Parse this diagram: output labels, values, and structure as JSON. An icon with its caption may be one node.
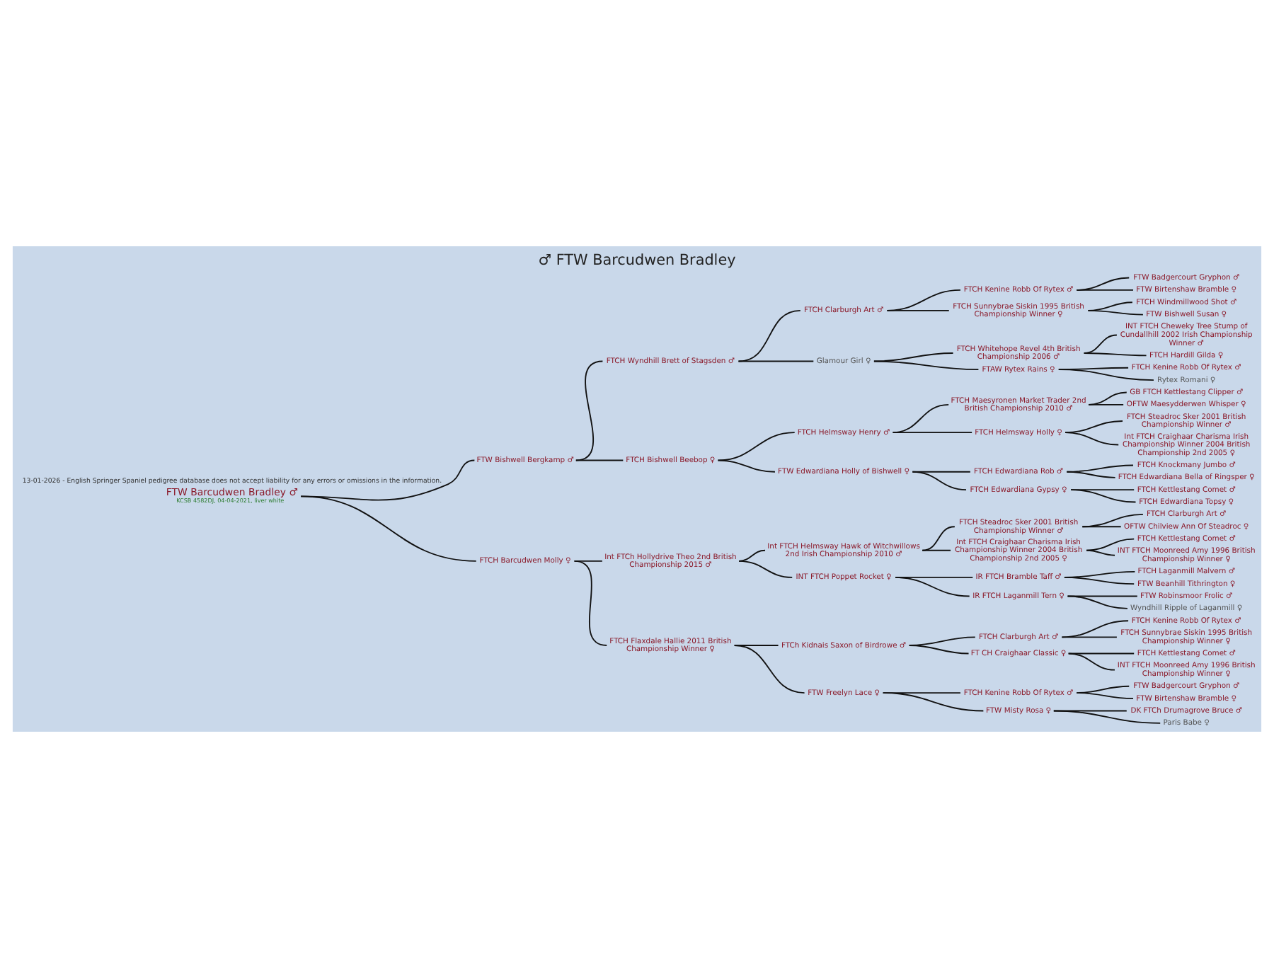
{
  "diagram": {
    "title": "♂ FTW Barcudwen Bradley",
    "caption": "13-01-2026 - English Springer Spaniel pedigree database does not accept liability for any errors or omissions in the information.",
    "nodes": [
      {
        "text": [
          "FTW Barcudwen Bradley ♂",
          "KCSB 4582DJ, 04-04-2021, liver white"
        ]
      },
      {
        "text": [
          "FTW Bishwell Bergkamp ♂"
        ]
      },
      {
        "text": [
          "FTCH Barcudwen Molly ♀"
        ]
      },
      {
        "text": [
          "FTCH Wyndhill Brett of Stagsden ♂"
        ]
      },
      {
        "text": [
          "FTCH Bishwell Beebop ♀"
        ]
      },
      {
        "text": [
          "Int FTCh Hollydrive Theo 2nd British Championship 2015 ♂"
        ]
      },
      {
        "text": [
          "FTCH Flaxdale Hallie 2011 British Championship Winner ♀"
        ]
      },
      {
        "text": [
          "FTCH Clarburgh Art ♂"
        ]
      },
      {
        "text": [
          "Glamour Girl ♀"
        ]
      },
      {
        "text": [
          "FTCH Helmsway Henry ♂"
        ]
      },
      {
        "text": [
          "FTW Edwardiana Holly of Bishwell ♀"
        ]
      },
      {
        "text": [
          "Int FTCH Helmsway Hawk of Witchwillows 2nd Irish Championship 2010 ♂"
        ]
      },
      {
        "text": [
          "INT FTCH Poppet Rocket ♀"
        ]
      },
      {
        "text": [
          "FTCh Kidnais Saxon of Birdrowe ♂"
        ]
      },
      {
        "text": [
          "FTW Freelyn Lace ♀"
        ]
      },
      {
        "text": [
          "FTCH Kenine Robb Of Rytex ♂"
        ]
      },
      {
        "text": [
          "FTCH Sunnybrae Siskin 1995 British Championship Winner ♀"
        ]
      },
      {
        "text": [
          "FTCH Whitehope Revel 4th British Championship 2006 ♂"
        ]
      },
      {
        "text": [
          "FTAW Rytex Rains ♀"
        ]
      },
      {
        "text": [
          "FTCH Maesyronen Market Trader 2nd British Championship 2010 ♂"
        ]
      },
      {
        "text": [
          "FTCH Helmsway Holly ♀"
        ]
      },
      {
        "text": [
          "FTCH Edwardiana Rob ♂"
        ]
      },
      {
        "text": [
          "FTCH Edwardiana Gypsy ♀"
        ]
      },
      {
        "text": [
          "FTCH Steadroc Sker 2001 British Championship Winner ♂"
        ]
      },
      {
        "text": [
          "Int FTCH Craighaar Charisma Irish Championship Winner 2004 British Championship 2nd 2005 ♀"
        ]
      },
      {
        "text": [
          "IR FTCH Bramble Taff ♂"
        ]
      },
      {
        "text": [
          "IR FTCH Laganmill Tern ♀"
        ]
      },
      {
        "text": [
          "FTCH Clarburgh Art ♂"
        ]
      },
      {
        "text": [
          "FT CH Craighaar Classic ♀"
        ]
      },
      {
        "text": [
          "FTCH Kenine Robb Of Rytex ♂"
        ]
      },
      {
        "text": [
          "FTW Misty Rosa ♀"
        ]
      },
      {
        "text": [
          "FTW Badgercourt Gryphon ♂"
        ]
      },
      {
        "text": [
          "FTW Birtenshaw Bramble ♀"
        ]
      },
      {
        "text": [
          "FTCH Windmillwood Shot ♂"
        ]
      },
      {
        "text": [
          "FTW Bishwell Susan ♀"
        ]
      },
      {
        "text": [
          "INT FTCH Cheweky Tree Stump of Cundallhill 2002 Irish Championship Winner ♂"
        ]
      },
      {
        "text": [
          "FTCH Hardill Gilda ♀"
        ]
      },
      {
        "text": [
          "FTCH Kenine Robb Of Rytex ♂"
        ]
      },
      {
        "text": [
          "Rytex Romani ♀"
        ]
      },
      {
        "text": [
          "GB FTCH Kettlestang Clipper ♂"
        ]
      },
      {
        "text": [
          "OFTW Maesydderwen Whisper ♀"
        ]
      },
      {
        "text": [
          "FTCH Steadroc Sker 2001 British Championship Winner ♂"
        ]
      },
      {
        "text": [
          "Int FTCH Craighaar Charisma Irish Championship Winner 2004 British Championship 2nd 2005 ♀"
        ]
      },
      {
        "text": [
          "FTCH Knockmany Jumbo ♂"
        ]
      },
      {
        "text": [
          "FTCH Edwardiana Bella of Ringsper ♀"
        ]
      },
      {
        "text": [
          "FTCH Kettlestang Comet ♂"
        ]
      },
      {
        "text": [
          "FTCH Edwardiana Topsy ♀"
        ]
      },
      {
        "text": [
          "FTCH Clarburgh Art ♂"
        ]
      },
      {
        "text": [
          "OFTW Chilview Ann Of Steadroc ♀"
        ]
      },
      {
        "text": [
          "FTCH Kettlestang Comet ♂"
        ]
      },
      {
        "text": [
          "INT FTCH Moonreed Amy 1996 British Championship Winner ♀"
        ]
      },
      {
        "text": [
          "FTCH Laganmill Malvern ♂"
        ]
      },
      {
        "text": [
          "FTW Beanhill Tithrington ♀"
        ]
      },
      {
        "text": [
          "FTW Robinsmoor Frolic ♂"
        ]
      },
      {
        "text": [
          "Wyndhill Ripple of Laganmill ♀"
        ]
      },
      {
        "text": [
          "FTCH Kenine Robb Of Rytex ♂"
        ]
      },
      {
        "text": [
          "FTCH Sunnybrae Siskin 1995 British Championship Winner ♀"
        ]
      },
      {
        "text": [
          "FTCH Kettlestang Comet ♂"
        ]
      },
      {
        "text": [
          "INT FTCH Moonreed Amy 1996 British Championship Winner ♀"
        ]
      },
      {
        "text": [
          "FTW Badgercourt Gryphon ♂"
        ]
      },
      {
        "text": [
          "FTW Birtenshaw Bramble ♀"
        ]
      },
      {
        "text": [
          "DK FTCh Drumagrove Bruce ♂"
        ]
      },
      {
        "text": [
          "Paris Babe ♀"
        ]
      }
    ],
    "edges": [
      {
        "from": 0,
        "to": 1,
        "arrow": "none"
      },
      {
        "from": 0,
        "to": 2,
        "arrow": "none"
      },
      {
        "from": 1,
        "to": 3,
        "arrow": "none"
      },
      {
        "from": 1,
        "to": 4,
        "arrow": "none"
      },
      {
        "from": 2,
        "to": 5,
        "arrow": "none"
      },
      {
        "from": 2,
        "to": 6,
        "arrow": "none"
      },
      {
        "from": 3,
        "to": 7,
        "arrow": "none"
      },
      {
        "from": 3,
        "to": 8,
        "arrow": "none"
      },
      {
        "from": 4,
        "to": 9,
        "arrow": "none"
      },
      {
        "from": 4,
        "to": 10,
        "arrow": "none"
      },
      {
        "from": 5,
        "to": 11,
        "arrow": "none"
      },
      {
        "from": 5,
        "to": 12,
        "arrow": "none"
      },
      {
        "from": 6,
        "to": 13,
        "arrow": "none"
      },
      {
        "from": 6,
        "to": 14,
        "arrow": "none"
      },
      {
        "from": 7,
        "to": 15,
        "arrow": "none"
      },
      {
        "from": 7,
        "to": 16,
        "arrow": "none"
      },
      {
        "from": 8,
        "to": 17,
        "arrow": "none"
      },
      {
        "from": 8,
        "to": 18,
        "arrow": "none"
      },
      {
        "from": 9,
        "to": 19,
        "arrow": "none"
      },
      {
        "from": 9,
        "to": 20,
        "arrow": "none"
      },
      {
        "from": 10,
        "to": 21,
        "arrow": "none"
      },
      {
        "from": 10,
        "to": 22,
        "arrow": "none"
      },
      {
        "from": 11,
        "to": 23,
        "arrow": "none"
      },
      {
        "from": 11,
        "to": 24,
        "arrow": "none"
      },
      {
        "from": 12,
        "to": 25,
        "arrow": "none"
      },
      {
        "from": 12,
        "to": 26,
        "arrow": "none"
      },
      {
        "from": 13,
        "to": 27,
        "arrow": "none"
      },
      {
        "from": 13,
        "to": 28,
        "arrow": "none"
      },
      {
        "from": 14,
        "to": 29,
        "arrow": "none"
      },
      {
        "from": 14,
        "to": 30,
        "arrow": "none"
      },
      {
        "from": 15,
        "to": 31,
        "arrow": "none"
      },
      {
        "from": 15,
        "to": 32,
        "arrow": "none"
      },
      {
        "from": 16,
        "to": 33,
        "arrow": "none"
      },
      {
        "from": 16,
        "to": 34,
        "arrow": "none"
      },
      {
        "from": 17,
        "to": 35,
        "arrow": "none"
      },
      {
        "from": 17,
        "to": 36,
        "arrow": "none"
      },
      {
        "from": 18,
        "to": 37,
        "arrow": "none"
      },
      {
        "from": 18,
        "to": 38,
        "arrow": "none"
      },
      {
        "from": 19,
        "to": 39,
        "arrow": "none"
      },
      {
        "from": 19,
        "to": 40,
        "arrow": "none"
      },
      {
        "from": 20,
        "to": 41,
        "arrow": "none"
      },
      {
        "from": 20,
        "to": 42,
        "arrow": "none"
      },
      {
        "from": 21,
        "to": 43,
        "arrow": "none"
      },
      {
        "from": 21,
        "to": 44,
        "arrow": "none"
      },
      {
        "from": 22,
        "to": 45,
        "arrow": "none"
      },
      {
        "from": 22,
        "to": 46,
        "arrow": "none"
      },
      {
        "from": 23,
        "to": 47,
        "arrow": "none"
      },
      {
        "from": 23,
        "to": 48,
        "arrow": "none"
      },
      {
        "from": 24,
        "to": 49,
        "arrow": "none"
      },
      {
        "from": 24,
        "to": 50,
        "arrow": "none"
      },
      {
        "from": 25,
        "to": 51,
        "arrow": "none"
      },
      {
        "from": 25,
        "to": 52,
        "arrow": "none"
      },
      {
        "from": 26,
        "to": 53,
        "arrow": "none"
      },
      {
        "from": 26,
        "to": 54,
        "arrow": "none"
      },
      {
        "from": 27,
        "to": 55,
        "arrow": "none"
      },
      {
        "from": 27,
        "to": 56,
        "arrow": "none"
      },
      {
        "from": 28,
        "to": 57,
        "arrow": "none"
      },
      {
        "from": 28,
        "to": 58,
        "arrow": "none"
      },
      {
        "from": 29,
        "to": 59,
        "arrow": "none"
      },
      {
        "from": 29,
        "to": 60,
        "arrow": "none"
      },
      {
        "from": 30,
        "to": 61,
        "arrow": "none"
      },
      {
        "from": 30,
        "to": 62,
        "arrow": "none"
      }
    ]
  }
}
